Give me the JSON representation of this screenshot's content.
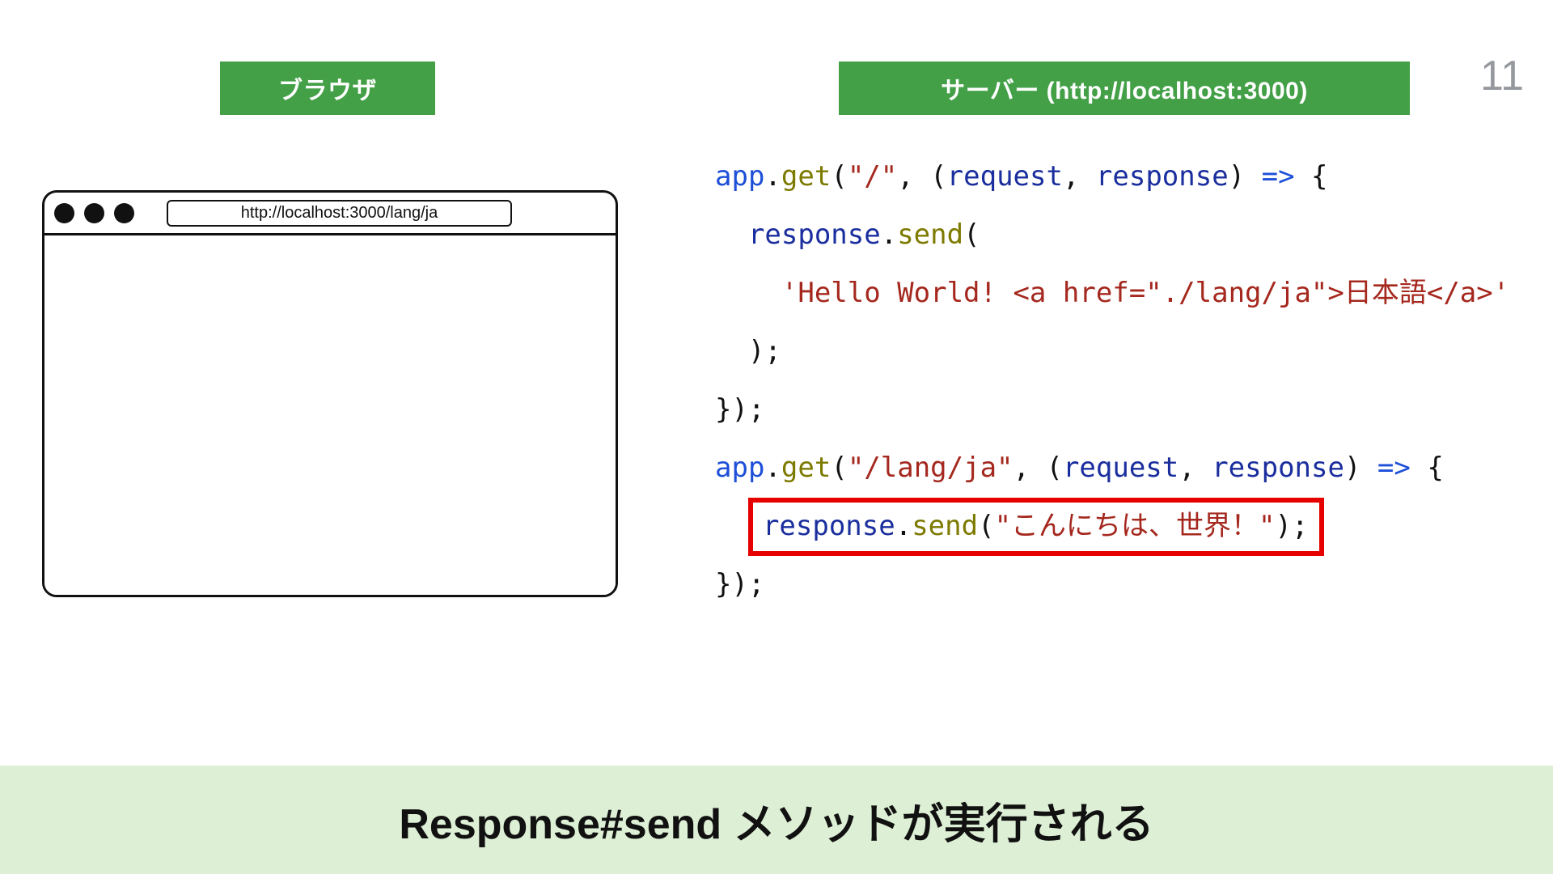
{
  "page_number": "11",
  "labels": {
    "browser": "ブラウザ",
    "server": "サーバー (http://localhost:3000)"
  },
  "browser_window": {
    "url": "http://localhost:3000/lang/ja",
    "window_button_icons": [
      "window-dot",
      "window-dot",
      "window-dot"
    ]
  },
  "code": {
    "lines": [
      {
        "boxed": false,
        "tokens": [
          [
            "app",
            "blue"
          ],
          [
            ".",
            "p"
          ],
          [
            "get",
            "olive"
          ],
          [
            "(",
            "p"
          ],
          [
            "\"/\"",
            "red"
          ],
          [
            ", (",
            "p"
          ],
          [
            "request",
            "navy"
          ],
          [
            ", ",
            "p"
          ],
          [
            "response",
            "navy"
          ],
          [
            ") ",
            "p"
          ],
          [
            "=>",
            "blue"
          ],
          [
            " {",
            "p"
          ]
        ]
      },
      {
        "boxed": false,
        "tokens": [
          [
            "  ",
            "p"
          ],
          [
            "response",
            "navy"
          ],
          [
            ".",
            "p"
          ],
          [
            "send",
            "olive"
          ],
          [
            "(",
            "p"
          ]
        ]
      },
      {
        "boxed": false,
        "tokens": [
          [
            "    ",
            "p"
          ],
          [
            "'Hello World! <a href=\"./lang/ja\">日本語</a>'",
            "red"
          ]
        ]
      },
      {
        "boxed": false,
        "tokens": [
          [
            "  );",
            "p"
          ]
        ]
      },
      {
        "boxed": false,
        "tokens": [
          [
            "});",
            "p"
          ]
        ]
      },
      {
        "boxed": false,
        "tokens": [
          [
            "app",
            "blue"
          ],
          [
            ".",
            "p"
          ],
          [
            "get",
            "olive"
          ],
          [
            "(",
            "p"
          ],
          [
            "\"/lang/ja\"",
            "red"
          ],
          [
            ", (",
            "p"
          ],
          [
            "request",
            "navy"
          ],
          [
            ", ",
            "p"
          ],
          [
            "response",
            "navy"
          ],
          [
            ") ",
            "p"
          ],
          [
            "=>",
            "blue"
          ],
          [
            " {",
            "p"
          ]
        ]
      },
      {
        "boxed": true,
        "indent": "  ",
        "tokens": [
          [
            "response",
            "navy"
          ],
          [
            ".",
            "p"
          ],
          [
            "send",
            "olive"
          ],
          [
            "(",
            "p"
          ],
          [
            "\"こんにちは、世界！\"",
            "red"
          ],
          [
            ");",
            "p"
          ]
        ]
      },
      {
        "boxed": false,
        "tokens": [
          [
            "});",
            "p"
          ]
        ]
      }
    ]
  },
  "banner": {
    "text": "Response#send メソッドが実行される"
  },
  "colors": {
    "green": "#43a047",
    "banner_bg": "#ddefd5",
    "highlight_red": "#e60000",
    "code_blue": "#1d4fd8",
    "code_navy": "#1a2e9e",
    "code_olive": "#7d7a00",
    "code_red": "#a5281e",
    "code_black": "#111111",
    "page_number_gray": "#95999e"
  }
}
